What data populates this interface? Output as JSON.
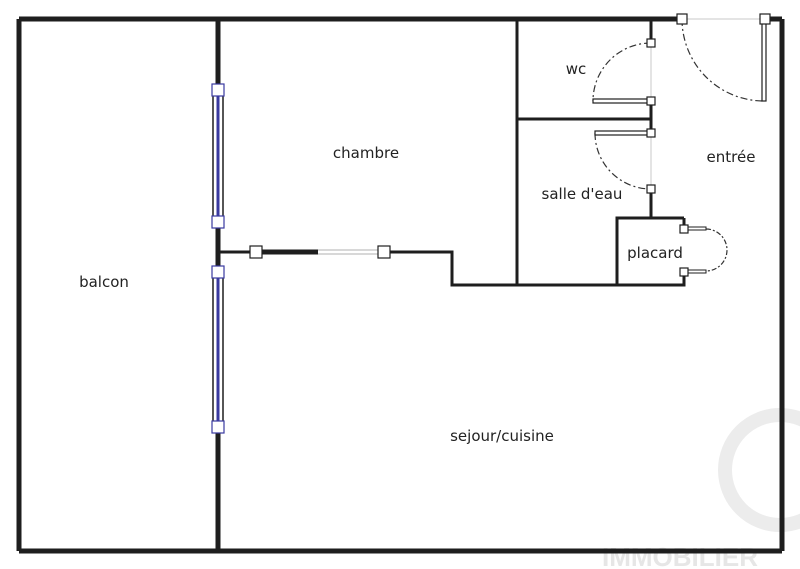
{
  "rooms": {
    "balcon": "balcon",
    "chambre": "chambre",
    "wc": "wc",
    "salle_deau": "salle d'eau",
    "entree": "entrée",
    "placard": "placard",
    "sejour_cuisine": "sejour/cuisine"
  },
  "watermark": "IMMOBILIER",
  "colors": {
    "wall": "#1e1e1e",
    "window": "#3a3aa0",
    "background": "#ffffff",
    "watermark": "#e6e6e6"
  }
}
